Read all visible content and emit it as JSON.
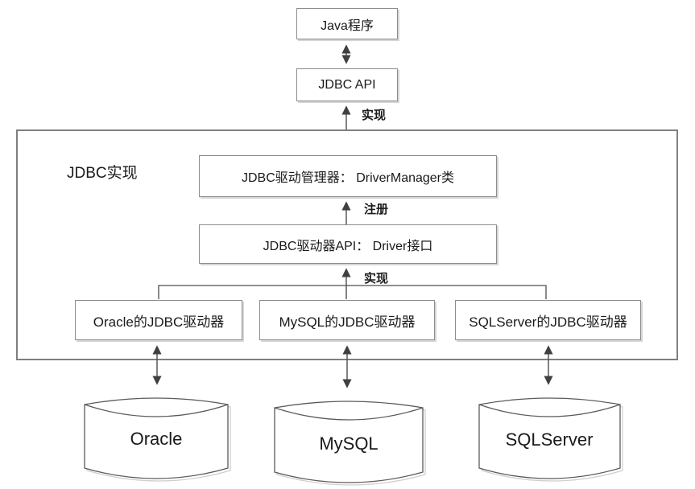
{
  "diagram": {
    "title_implied": "JDBC architecture diagram",
    "nodes": {
      "java_app": "Java程序",
      "jdbc_api": "JDBC API",
      "jdbc_impl": "JDBC实现",
      "driver_manager": "JDBC驱动管理器： DriverManager类",
      "driver_api": "JDBC驱动器API： Driver接口",
      "oracle_driver": "Oracle的JDBC驱动器",
      "mysql_driver": "MySQL的JDBC驱动器",
      "sqlserver_driver": "SQLServer的JDBC驱动器",
      "oracle_db": "Oracle",
      "mysql_db": "MySQL",
      "sqlserver_db": "SQLServer"
    },
    "edge_labels": {
      "implement_top": "实现",
      "register": "注册",
      "implement_bottom": "实现"
    },
    "colors": {
      "background": "#ffffff",
      "line": "#4d4d4d",
      "arrowhead": "#404040",
      "box_border": "#8c8c8c",
      "container_border": "#7f7f7f",
      "text": "#1a1a1a",
      "shadow": "#d6d6d6"
    }
  }
}
